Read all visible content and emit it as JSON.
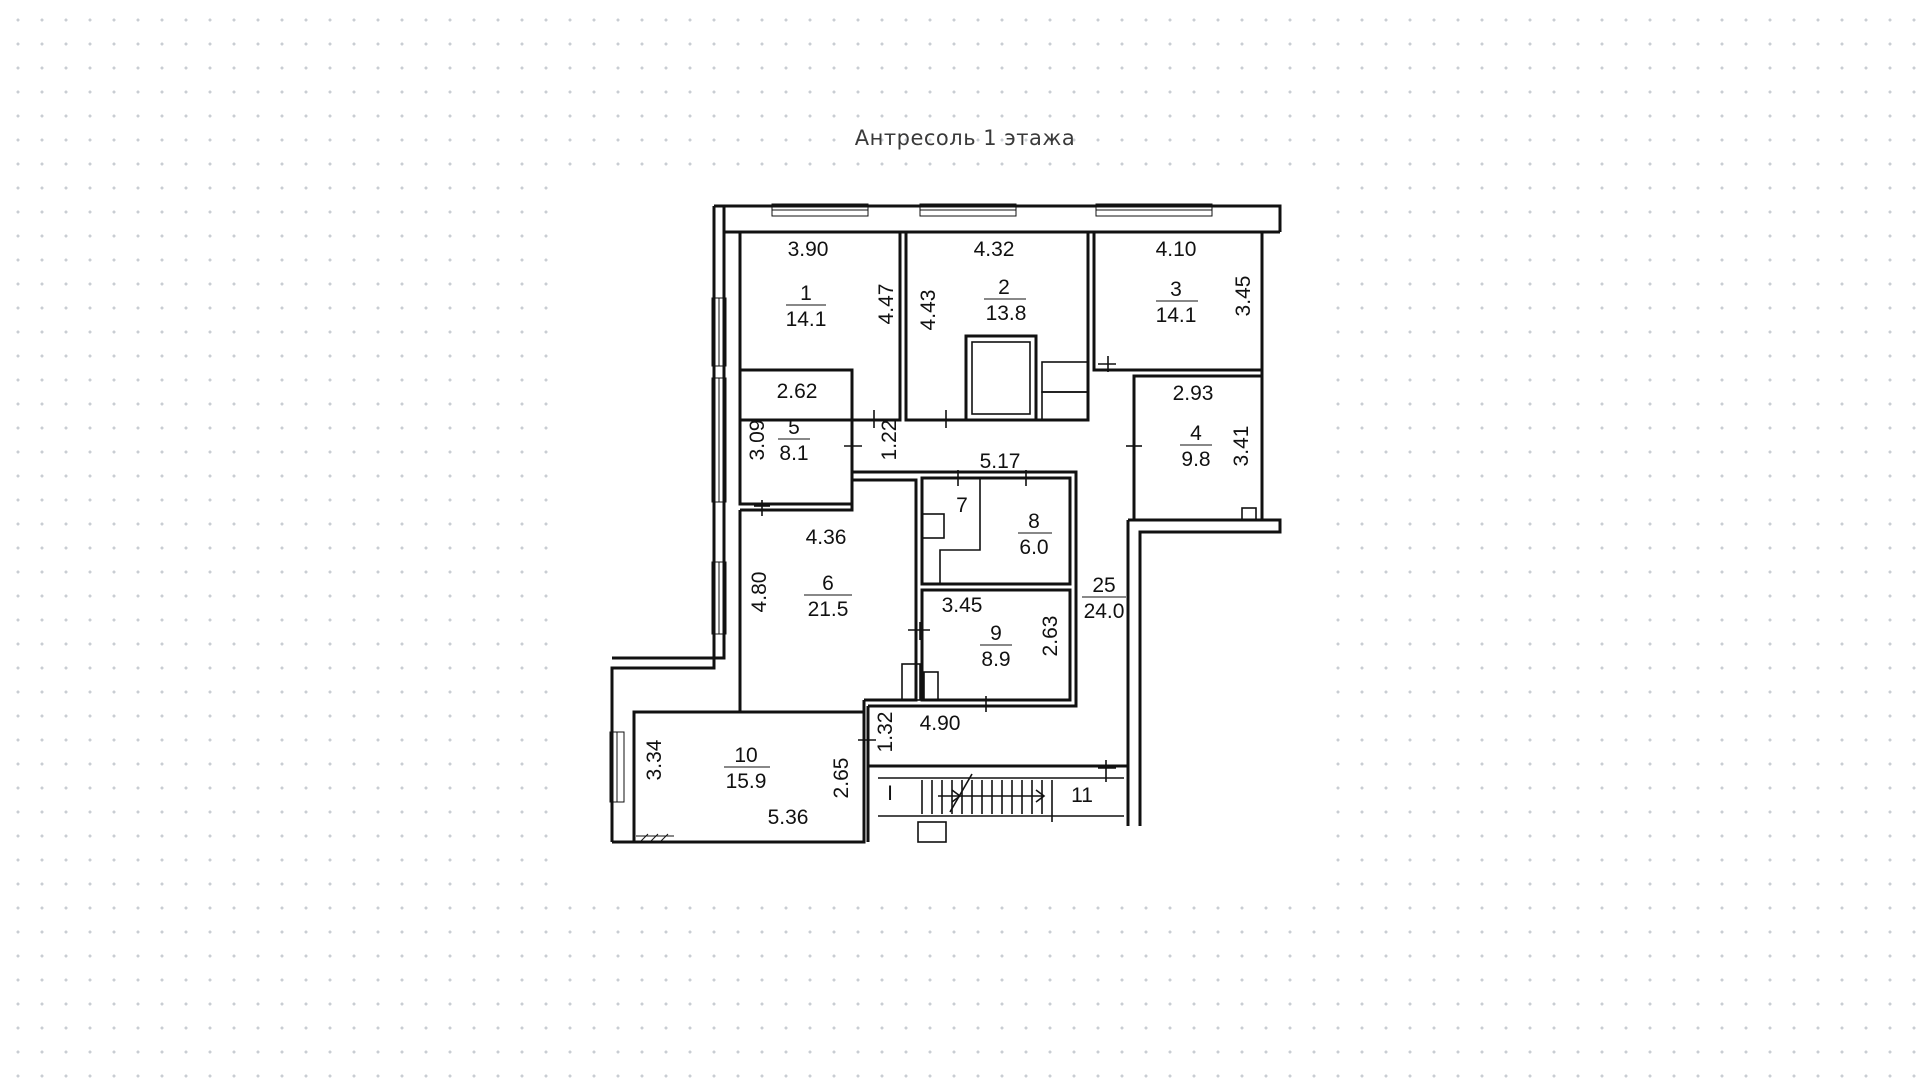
{
  "title": "Антресоль 1 этажа",
  "rooms": [
    {
      "id": "1",
      "area": "14.1",
      "dims": [
        "3.90",
        "4.47"
      ]
    },
    {
      "id": "2",
      "area": "13.8",
      "dims": [
        "4.32",
        "4.43"
      ]
    },
    {
      "id": "3",
      "area": "14.1",
      "dims": [
        "4.10",
        "3.45"
      ]
    },
    {
      "id": "4",
      "area": "9.8",
      "dims": [
        "2.93",
        "3.41"
      ]
    },
    {
      "id": "5",
      "area": "8.1",
      "dims": [
        "2.62",
        "3.09"
      ]
    },
    {
      "id": "6",
      "area": "21.5",
      "dims": [
        "4.36",
        "4.80"
      ]
    },
    {
      "id": "7"
    },
    {
      "id": "8",
      "area": "6.0"
    },
    {
      "id": "9",
      "area": "8.9",
      "dims": [
        "3.45",
        "2.63"
      ]
    },
    {
      "id": "10",
      "area": "15.9",
      "dims": [
        "3.34",
        "2.65",
        "5.36"
      ]
    },
    {
      "id": "11"
    },
    {
      "id": "25",
      "area": "24.0"
    }
  ],
  "corridor_dims": [
    "1.22",
    "5.17",
    "1.32",
    "4.90"
  ],
  "stair_mark": "I"
}
